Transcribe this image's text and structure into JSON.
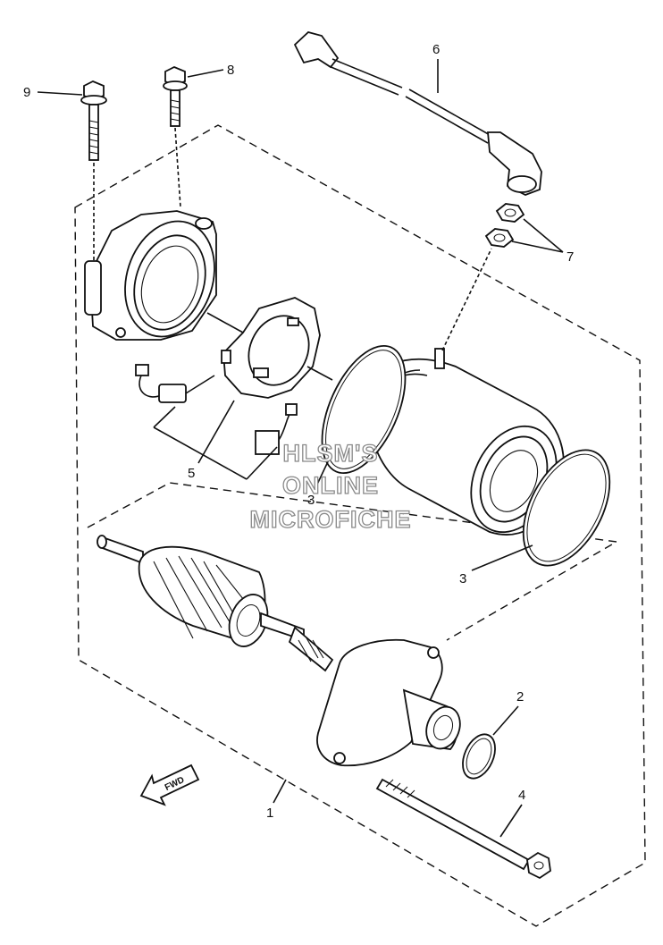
{
  "callouts": {
    "c1": "1",
    "c2": "2",
    "c3a": "3",
    "c3b": "3",
    "c4": "4",
    "c5": "5",
    "c6": "6",
    "c7": "7",
    "c8": "8",
    "c9": "9"
  },
  "watermark": {
    "line1": "HLSM'S",
    "line2": "ONLINE",
    "line3": "MICROFICHE"
  },
  "fwd_label": "FWD",
  "colors": {
    "ink": "#111111",
    "paper": "#ffffff",
    "watermark_outline": "#8a8a8a"
  }
}
